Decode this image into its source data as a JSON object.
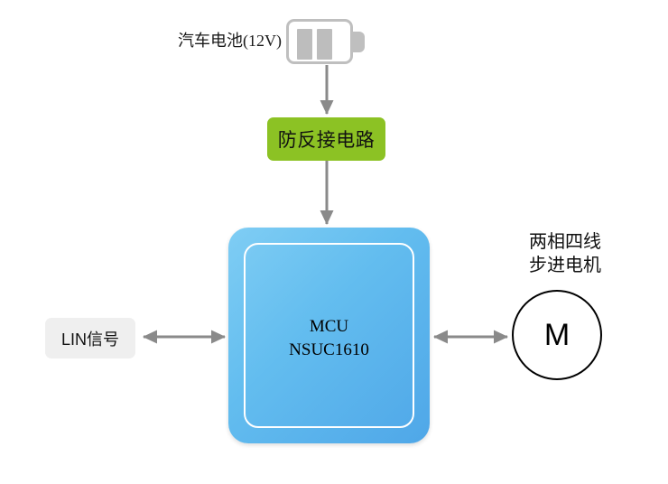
{
  "diagram": {
    "title": "NSUC1610 MCU stepper motor system block diagram",
    "background_color": "#ffffff"
  },
  "battery": {
    "label": "汽车电池(12V)",
    "icon_name": "battery-icon",
    "icon_color": "#bdbdbd"
  },
  "protection": {
    "label": "防反接电路",
    "color": "#8cc224"
  },
  "mcu": {
    "line1": "MCU",
    "line2": "NSUC1610",
    "color_start": "#7fcdf4",
    "color_end": "#4fa7e8",
    "inner_outline_color": "#ffffff"
  },
  "lin": {
    "label": "LIN信号",
    "color": "#efefef"
  },
  "motor": {
    "label_line1": "两相四线",
    "label_line2": "步进电机",
    "symbol": "M",
    "border_color": "#000000"
  },
  "connectors": {
    "color": "#8a8a8a",
    "battery_to_protection": "down-arrow",
    "protection_to_mcu": "down-arrow",
    "lin_to_mcu": "double-arrow",
    "mcu_to_motor": "double-arrow"
  }
}
